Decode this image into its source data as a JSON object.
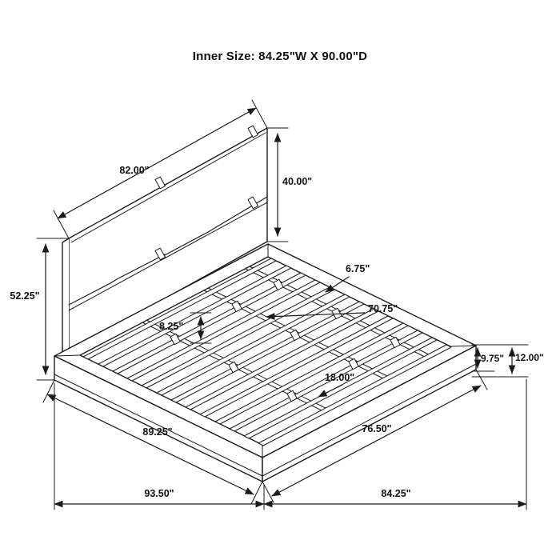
{
  "title": "Inner Size: 84.25\"W X 90.00\"D",
  "dims": {
    "d82": "82.00\"",
    "d40": "40.00\"",
    "d52_25": "52.25\"",
    "d6_75": "6.75\"",
    "d70_75": "70.75\"",
    "d8_25": "8.25\"",
    "d9_75": "9.75\"",
    "d12_00": "12.00\"",
    "d18_00": "18.00\"",
    "d89_25": "89.25\"",
    "d76_50": "76.50\"",
    "d93_50": "93.50\"",
    "d84_25": "84.25\""
  },
  "colors": {
    "line": "#1b1b1b",
    "background": "#ffffff"
  }
}
